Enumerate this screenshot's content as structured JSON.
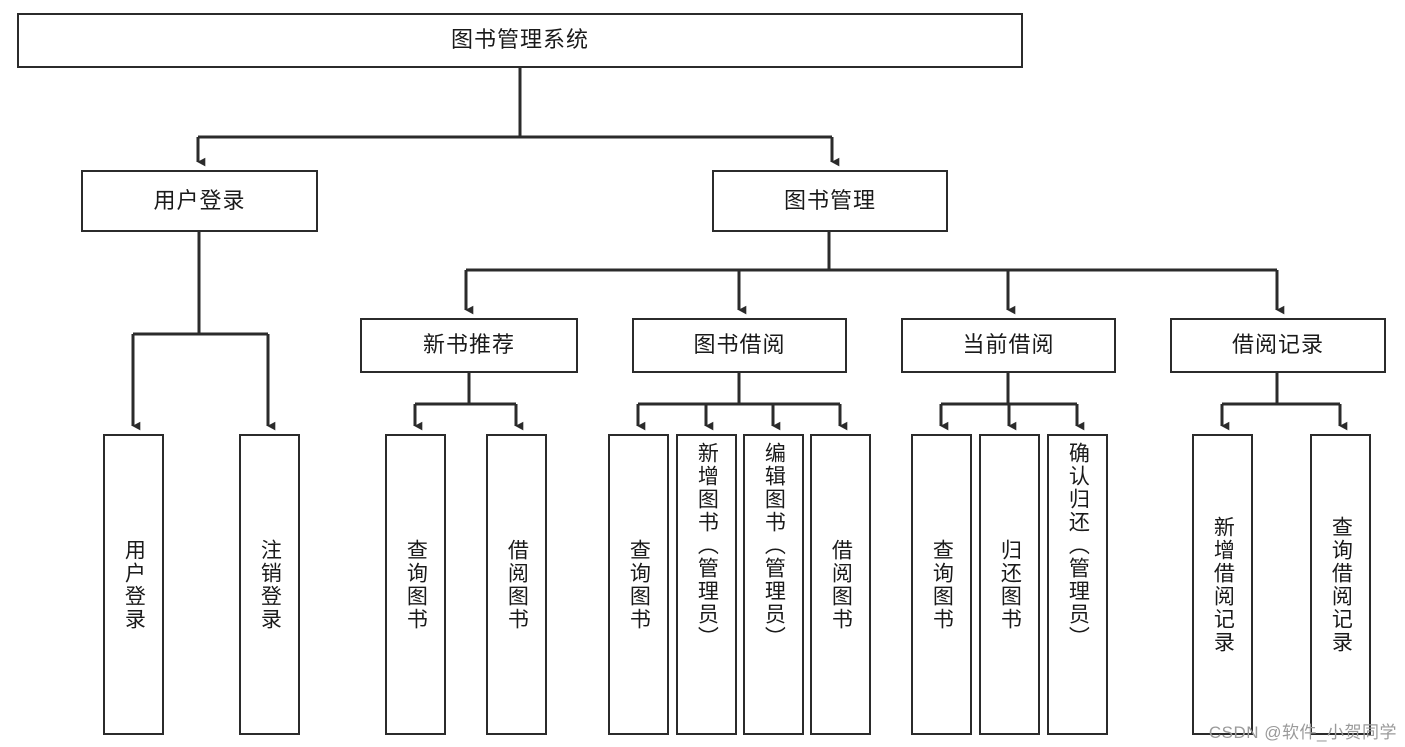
{
  "diagram": {
    "type": "tree",
    "title_node": "图书管理系统",
    "watermark": "CSDN @软件_小贺同学",
    "root": {
      "id": "root",
      "label": "图书管理系统",
      "orientation": "horizontal"
    },
    "level2": [
      {
        "id": "user-login",
        "label": "用户登录",
        "orientation": "horizontal"
      },
      {
        "id": "book-manage",
        "label": "图书管理",
        "orientation": "horizontal"
      }
    ],
    "level3": [
      {
        "id": "new-book-rec",
        "label": "新书推荐",
        "orientation": "horizontal",
        "parent": "book-manage"
      },
      {
        "id": "book-borrow",
        "label": "图书借阅",
        "orientation": "horizontal",
        "parent": "book-manage"
      },
      {
        "id": "current-borrow",
        "label": "当前借阅",
        "orientation": "horizontal",
        "parent": "book-manage"
      },
      {
        "id": "borrow-record",
        "label": "借阅记录",
        "orientation": "horizontal",
        "parent": "book-manage"
      }
    ],
    "leaves": [
      {
        "id": "leaf-user-login",
        "label": "用户登录",
        "parent": "user-login"
      },
      {
        "id": "leaf-logout",
        "label": "注销登录",
        "parent": "user-login"
      },
      {
        "id": "leaf-query-book-1",
        "label": "查询图书",
        "parent": "new-book-rec"
      },
      {
        "id": "leaf-borrow-book-1",
        "label": "借阅图书",
        "parent": "new-book-rec"
      },
      {
        "id": "leaf-query-book-2",
        "label": "查询图书",
        "parent": "book-borrow"
      },
      {
        "id": "leaf-add-book",
        "label": "新增图书（管理员）",
        "parent": "book-borrow"
      },
      {
        "id": "leaf-edit-book",
        "label": "编辑图书（管理员）",
        "parent": "book-borrow"
      },
      {
        "id": "leaf-borrow-book-2",
        "label": "借阅图书",
        "parent": "book-borrow"
      },
      {
        "id": "leaf-query-book-3",
        "label": "查询图书",
        "parent": "current-borrow"
      },
      {
        "id": "leaf-return-book",
        "label": "归还图书",
        "parent": "current-borrow"
      },
      {
        "id": "leaf-confirm-return",
        "label": "确认归还（管理员）",
        "parent": "current-borrow"
      },
      {
        "id": "leaf-add-record",
        "label": "新增借阅记录",
        "parent": "borrow-record"
      },
      {
        "id": "leaf-query-record",
        "label": "查询借阅记录",
        "parent": "borrow-record"
      }
    ],
    "colors": {
      "stroke": "#2b2b2b",
      "background": "#ffffff",
      "text": "#1a1a1a",
      "watermark": "#9a9a9a"
    }
  }
}
